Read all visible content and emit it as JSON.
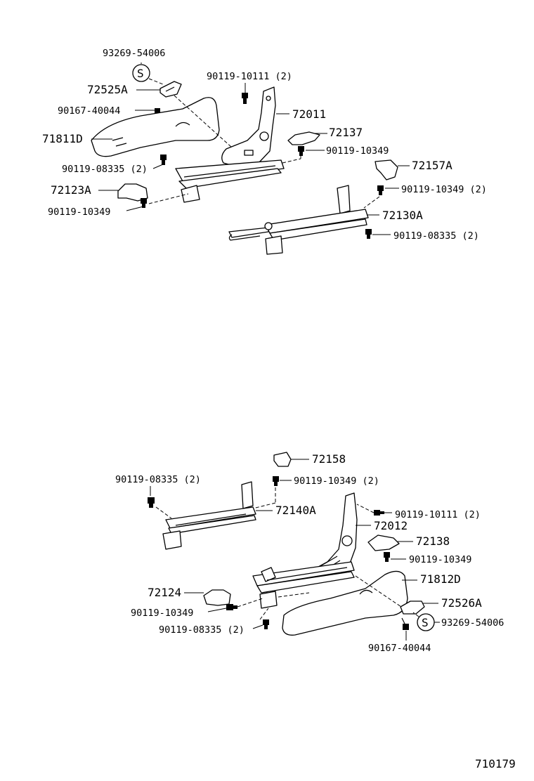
{
  "diagram_number": "710179",
  "upper": {
    "labels": {
      "p93269_54006": "93269-54006",
      "p72525A": "72525A",
      "p90119_10111": "90119-10111 (2)",
      "p72011": "72011",
      "p90167_40044": "90167-40044",
      "p72137": "72137",
      "p71811D": "71811D",
      "p90119_10349_a": "90119-10349",
      "p90119_08335_a": "90119-08335 (2)",
      "p72157A": "72157A",
      "p72123A": "72123A",
      "p90119_10349_2": "90119-10349 (2)",
      "p90119_10349_b": "90119-10349",
      "p72130A": "72130A",
      "p90119_08335_b": "90119-08335 (2)"
    },
    "symbol": "S"
  },
  "lower": {
    "labels": {
      "p72158": "72158",
      "p90119_08335_a": "90119-08335 (2)",
      "p90119_10349_2": "90119-10349 (2)",
      "p72140A": "72140A",
      "p90119_10111": "90119-10111 (2)",
      "p72012": "72012",
      "p72138": "72138",
      "p90119_10349_a": "90119-10349",
      "p71812D": "71812D",
      "p72124": "72124",
      "p72526A": "72526A",
      "p90119_10349_b": "90119-10349",
      "p93269_54006": "93269-54006",
      "p90119_08335_b": "90119-08335 (2)",
      "p90167_40044": "90167-40044"
    },
    "symbol": "S"
  }
}
